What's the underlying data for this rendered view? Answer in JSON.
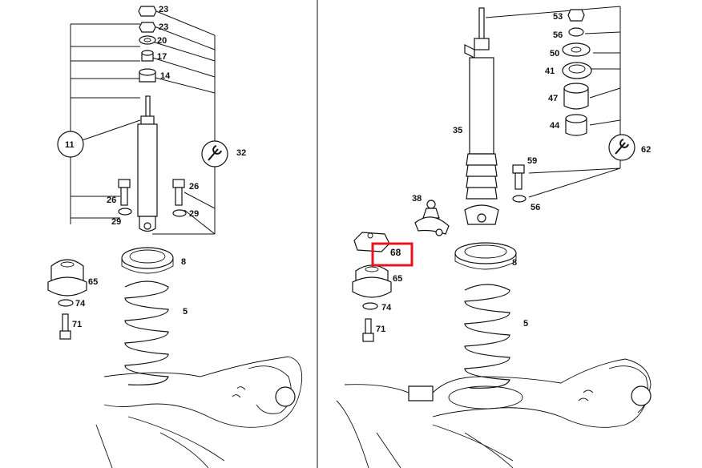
{
  "left": {
    "labels": [
      "23",
      "23",
      "20",
      "17",
      "14",
      "11",
      "32",
      "26",
      "26",
      "29",
      "29",
      "8",
      "5",
      "65",
      "74",
      "71"
    ]
  },
  "right": {
    "labels": [
      "53",
      "56",
      "50",
      "41",
      "47",
      "44",
      "35",
      "62",
      "59",
      "56",
      "38",
      "68",
      "65",
      "8",
      "5",
      "74",
      "71"
    ]
  },
  "highlight": {
    "label": "68",
    "color": "#e8141c"
  },
  "colors": {
    "ink": "#111111",
    "background": "#ffffff"
  }
}
